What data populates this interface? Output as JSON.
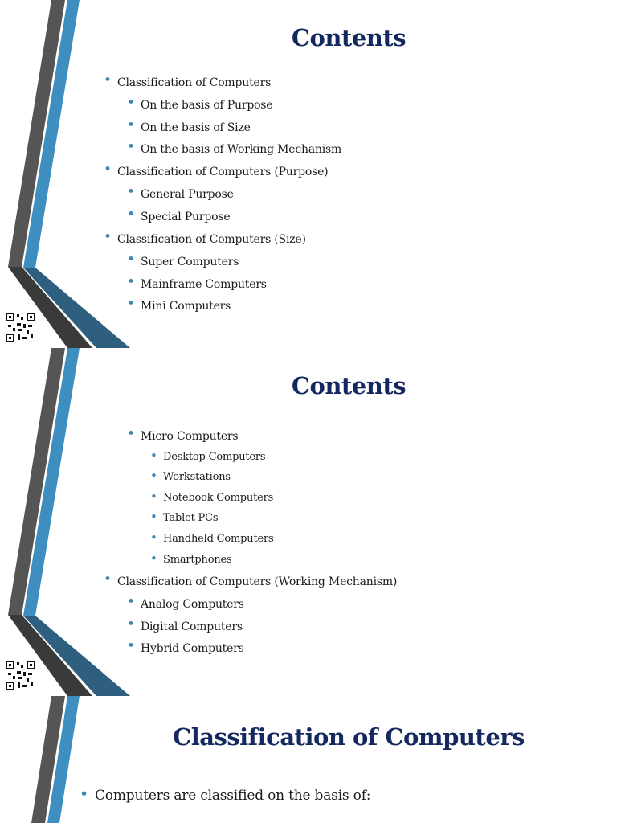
{
  "colors": {
    "title": "#13285e",
    "bullet": "#3b87b6",
    "stripe_gray": "#555555",
    "stripe_blue": "#3f8ec0",
    "dark_band": "#3a3a3a",
    "navy_band": "#2f5f7f"
  },
  "slides": [
    {
      "title": "Contents",
      "items": [
        {
          "text": "Classification of Computers",
          "level": 1
        },
        {
          "text": "On the basis of Purpose",
          "level": 2
        },
        {
          "text": "On the basis of Size",
          "level": 2
        },
        {
          "text": "On the basis of Working Mechanism",
          "level": 2
        },
        {
          "text": "Classification of Computers (Purpose)",
          "level": 1
        },
        {
          "text": "General Purpose",
          "level": 2
        },
        {
          "text": "Special Purpose",
          "level": 2
        },
        {
          "text": "Classification of Computers (Size)",
          "level": 1
        },
        {
          "text": "Super Computers",
          "level": 2
        },
        {
          "text": "Mainframe Computers",
          "level": 2
        },
        {
          "text": "Mini Computers",
          "level": 2
        }
      ]
    },
    {
      "title": "Contents",
      "items": [
        {
          "text": "Micro Computers",
          "level": 2
        },
        {
          "text": "Desktop Computers",
          "level": 3
        },
        {
          "text": "Workstations",
          "level": 3
        },
        {
          "text": "Notebook Computers",
          "level": 3
        },
        {
          "text": "Tablet PCs",
          "level": 3
        },
        {
          "text": "Handheld Computers",
          "level": 3
        },
        {
          "text": "Smartphones",
          "level": 3
        },
        {
          "text": "Classification of Computers (Working Mechanism)",
          "level": 1
        },
        {
          "text": "Analog Computers",
          "level": 2
        },
        {
          "text": "Digital Computers",
          "level": 2
        },
        {
          "text": "Hybrid Computers",
          "level": 2
        }
      ]
    },
    {
      "title": "Classification of Computers",
      "items": [
        {
          "text": "Computers are classified on the basis of:",
          "level": 1
        }
      ]
    }
  ]
}
